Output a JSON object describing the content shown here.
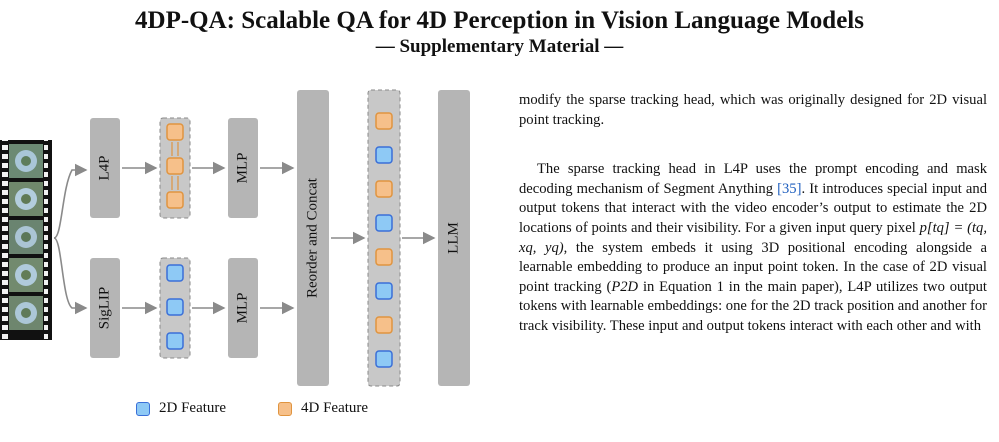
{
  "header": {
    "title": "4DP-QA: Scalable QA for 4D Perception in Vision Language Models",
    "subtitle": "— Supplementary Material —"
  },
  "figure": {
    "blocks": {
      "l4p": "L4P",
      "siglip": "SigLIP",
      "mlp_top": "MLP",
      "mlp_bottom": "MLP",
      "reorder": "Reorder and Concat",
      "llm": "LLM"
    },
    "legend": {
      "feat2d": "2D Feature",
      "feat4d": "4D Feature"
    },
    "colors": {
      "feature_2d_fill": "#8ec9f5",
      "feature_2d_stroke": "#3a6fd8",
      "feature_4d_fill": "#f6c08a",
      "feature_4d_stroke": "#e0943f",
      "block_fill": "#b5b5b5"
    }
  },
  "body": {
    "p1": "modify the sparse tracking head, which was originally designed for 2D visual point tracking.",
    "p2_a": "The sparse tracking head in L4P uses the prompt encoding and mask decoding mechanism of Segment Anything ",
    "p2_cite": "[35]",
    "p2_b": ". It introduces special input and output tokens that interact with the video encoder’s output to estimate the 2D locations of points and their visibility. For a given input query pixel ",
    "p2_math1": "p[tq] = (tq, xq, yq)",
    "p2_c": ", the system embeds it using 3D positional encoding alongside a learnable embedding to produce an input point token. In the case of 2D visual point tracking (",
    "p2_math2": "P2D",
    "p2_d": " in Equation 1 in the main paper), L4P utilizes two output tokens with learnable embeddings: one for the 2D track position and another for track visibility. These input and output tokens interact with each other and with"
  }
}
